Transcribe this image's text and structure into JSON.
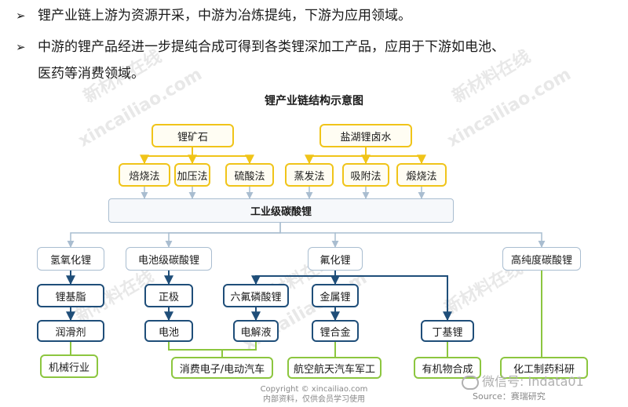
{
  "bullets": [
    {
      "arrow": "➢",
      "line1": "锂产业链上游为资源开采，中游为冶炼提纯，下游为应用领域。"
    },
    {
      "arrow": "➢",
      "line1": "中游的锂产品经进一步提纯合成可得到各类锂深加工产品，应用于下游如电池、",
      "line2": "医药等消费领域。"
    }
  ],
  "diagram": {
    "title": "锂产业链结构示意图",
    "sources": {
      "ore": "锂矿石",
      "brine": "盐湖锂卤水"
    },
    "processes": {
      "ore": [
        "焙烧法",
        "加压法",
        "硫酸法"
      ],
      "brine": [
        "蒸发法",
        "吸附法",
        "煅烧法"
      ]
    },
    "intermediate": "工业级碳酸锂",
    "products": [
      "氢氧化锂",
      "电池级碳酸锂",
      "氟化锂",
      "高纯度碳酸锂"
    ],
    "deep_products": {
      "grease": "锂基脂",
      "lubricant": "润滑剂",
      "cathode": "正极",
      "battery": "电池",
      "lipf6": "六氟磷酸锂",
      "electrolyte": "电解液",
      "metal": "金属锂",
      "alloy": "锂合金",
      "butyl": "丁基锂"
    },
    "applications": {
      "machinery": "机械行业",
      "consumer_ev": "消费电子/电动汽车",
      "aerospace": "航空航天汽车军工",
      "organic": "有机物合成",
      "chem_pharma": "化工制药科研"
    }
  },
  "watermarks": [
    "新材料在线",
    "xincailiao.com"
  ],
  "footer": {
    "copyright_line1": "Copyright © xincailiao.com",
    "copyright_line2": "内部资料，仅供会员学习使用",
    "wechat": "微信号: Indata01",
    "source": "Source：赛瑞研究"
  },
  "colors": {
    "ore_border": "#f0c419",
    "product_border": "#a9bdd0",
    "deep_border": "#1f4e79",
    "application_border": "#8cc63f",
    "gray_link": "#a9bdd0",
    "navy_link": "#1f4e79",
    "green_link": "#8cc63f"
  }
}
